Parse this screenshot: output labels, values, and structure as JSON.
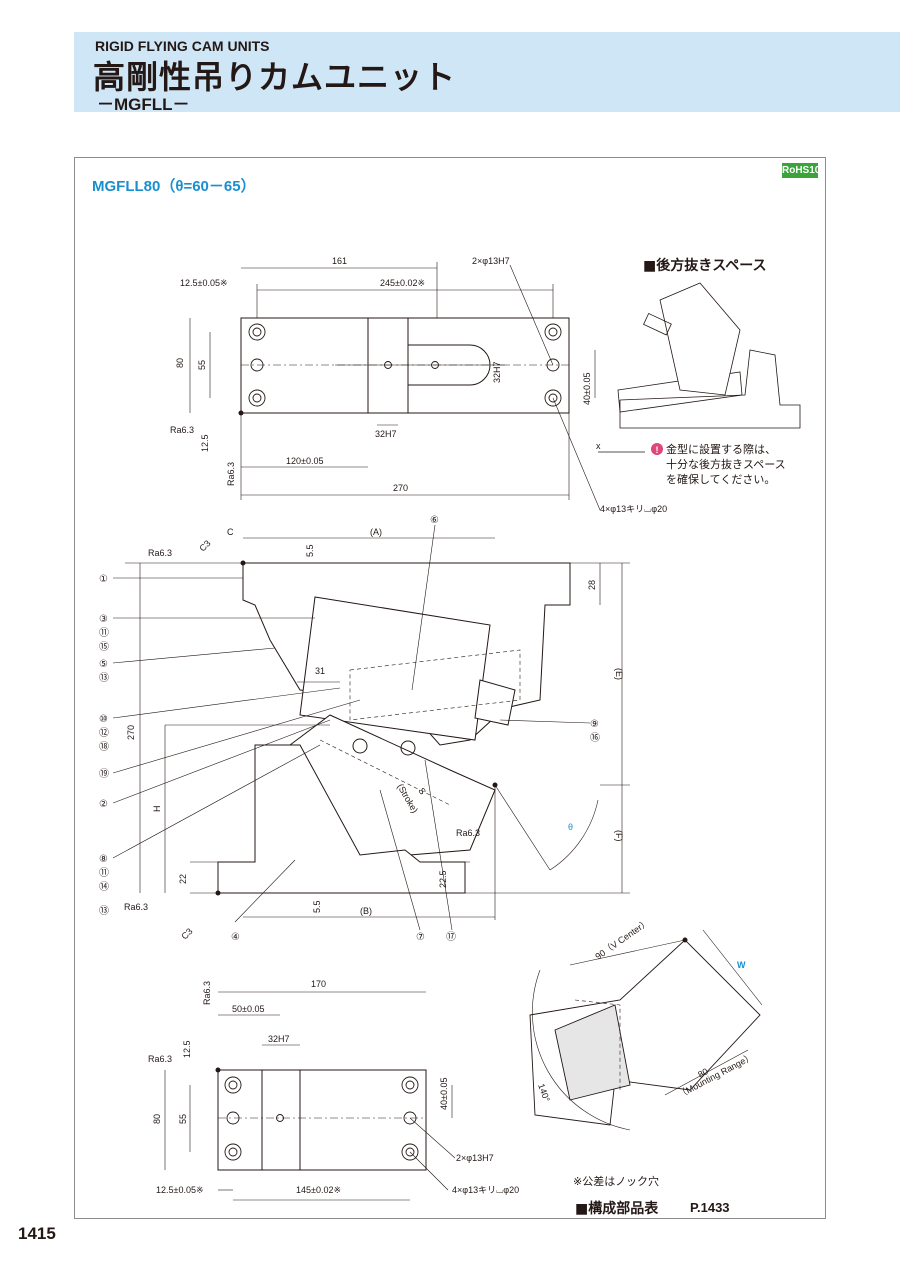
{
  "header": {
    "title_en": "RIGID FLYING CAM UNITS",
    "title_ja": "高剛性吊りカムユニット",
    "model_line": "－MGFLL－"
  },
  "model_label": "MGFLL80（θ=60－65）",
  "rohs": "RoHS10",
  "rear_space": {
    "title": "■後方抜きスペース",
    "note": [
      "金型に設置する際は、",
      "十分な後方抜きスペース",
      "を確保してください。"
    ]
  },
  "top_view": {
    "d161": "161",
    "d245": "245±0.02※",
    "d12_5": "12.5±0.05※",
    "hole2": "2×φ13H7",
    "d80": "80",
    "d55": "55",
    "d32h7v": "32H7",
    "d40": "40±0.05",
    "ra1": "Ra6.3",
    "d12_5b": "12.5",
    "d32h7h": "32H7",
    "ra2": "Ra6.3",
    "d120": "120±0.05",
    "d270": "270",
    "hole4": "4×φ13キリ⌴φ20",
    "x": "x"
  },
  "side_view": {
    "c": "C",
    "c3a": "C3",
    "a": "(A)",
    "n6": "⑥",
    "ra1": "Ra6.3",
    "d5_5": "5.5",
    "d28": "28",
    "n1": "①",
    "n3": "③",
    "n11a": "⑪",
    "n15": "⑮",
    "n5": "⑤",
    "n13a": "⑬",
    "d31": "31",
    "e": "(E)",
    "n10": "⑩",
    "n12": "⑫",
    "n18": "⑱",
    "n9": "⑨",
    "n16": "⑯",
    "d270": "270",
    "n19": "⑲",
    "n2": "②",
    "s": "S",
    "stroke": "(Stroke)",
    "h": "H",
    "theta": "θ",
    "ra2": "Ra6.3",
    "f": "(F)",
    "n8": "⑧",
    "n11b": "⑪",
    "n14": "⑭",
    "n13b": "⑬",
    "d22": "22",
    "d22_5": "22.5",
    "ra3": "Ra6.3",
    "d5_5b": "5.5",
    "b": "(B)",
    "c3b": "C3",
    "n4": "④",
    "n7": "⑦",
    "n17": "⑰"
  },
  "bottom_view": {
    "ra1": "Ra6.3",
    "d170": "170",
    "d50": "50±0.05",
    "d32h7": "32H7",
    "ra2": "Ra6.3",
    "d12_5": "12.5",
    "d80": "80",
    "d55": "55",
    "d40": "40±0.05",
    "hole2": "2×φ13H7",
    "hole4": "4×φ13キリ⌴φ20",
    "d12_5b": "12.5±0.05※",
    "d145": "145±0.02※"
  },
  "range_view": {
    "v_center": "90（V Center）",
    "w": "W",
    "angle": "140°",
    "d80": "80",
    "mount": "（Mounting Range）"
  },
  "tolerance_note": "※公差はノック穴",
  "parts_table": "■構成部品表",
  "page_ref": "P.1433",
  "page_number": "1415",
  "colors": {
    "header_bg": "#cfe6f6",
    "accent": "#1a8fd0",
    "rohs": "#3aa33a",
    "part_fill": "#d9d9d9"
  }
}
